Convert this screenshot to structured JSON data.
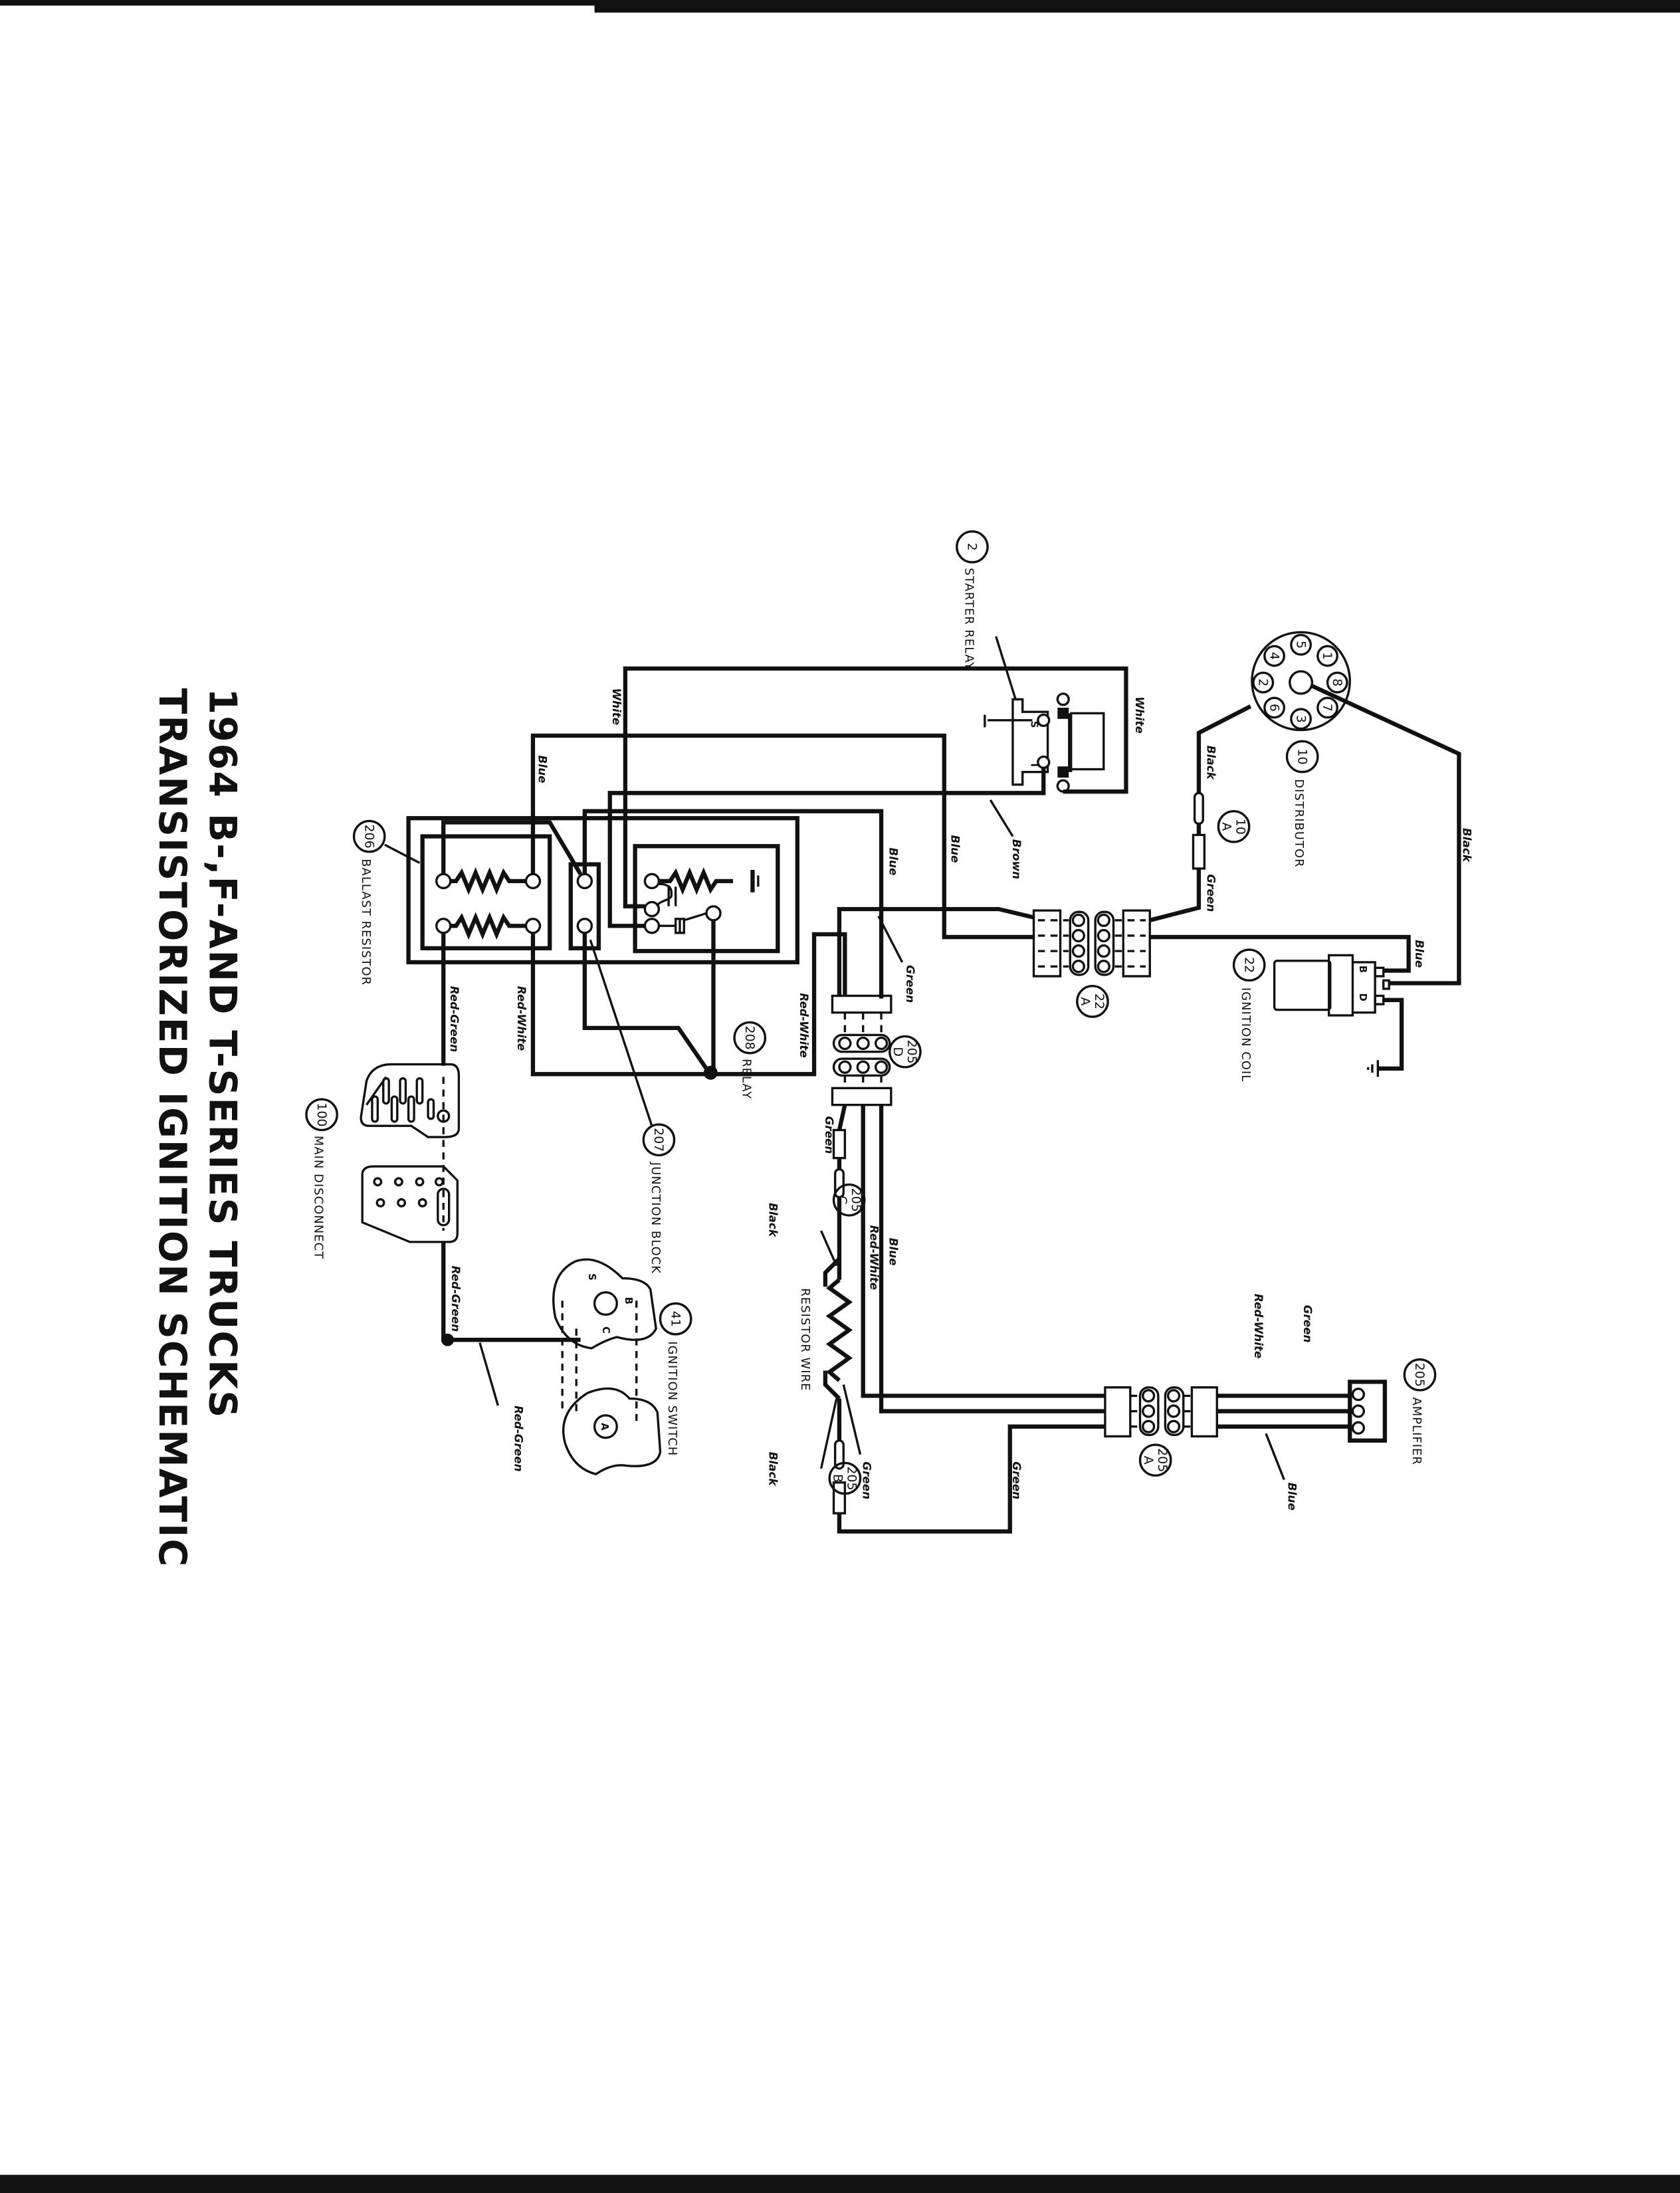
{
  "title": {
    "line1": "1964 B-,F-AND T-SERIES TRUCKS",
    "line2": "TRANSISTORIZED IGNITION SCHEMATIC"
  },
  "components": {
    "starter_relay": {
      "number": "2",
      "name": "STARTER RELAY",
      "pins": [
        "S",
        "I"
      ]
    },
    "distributor": {
      "number": "10",
      "name": "DISTRIBUTOR",
      "cylinders": [
        "5",
        "1",
        "8",
        "7",
        "3",
        "6",
        "2",
        "4"
      ]
    },
    "connector_10a": {
      "number": "10",
      "sub": "A"
    },
    "ignition_coil": {
      "number": "22",
      "name": "IGNITION COIL",
      "pins": [
        "B",
        "D"
      ]
    },
    "connector_22a": {
      "number": "22",
      "sub": "A"
    },
    "ballast_resistor": {
      "number": "206",
      "name": "BALLAST RESISTOR"
    },
    "relay": {
      "number": "208",
      "name": "RELAY"
    },
    "junction_block": {
      "number": "207",
      "name": "JUNCTION BLOCK"
    },
    "main_disconnect": {
      "number": "100",
      "name": "MAIN DISCONNECT"
    },
    "ignition_switch": {
      "number": "41",
      "name": "IGNITION SWITCH",
      "pins": [
        "S",
        "B",
        "C",
        "A"
      ]
    },
    "connector_205d": {
      "number": "205",
      "sub": "D"
    },
    "connector_205c": {
      "number": "205",
      "sub": "C"
    },
    "connector_205b": {
      "number": "205",
      "sub": "B"
    },
    "connector_205a": {
      "number": "205",
      "sub": "A"
    },
    "resistor_wire": {
      "name": "RESISTOR WIRE"
    },
    "amplifier": {
      "number": "205",
      "name": "AMPLIFIER"
    }
  },
  "wire_labels": {
    "white_top": "White",
    "white_left": "White",
    "brown": "Brown",
    "blue_relay": "Blue",
    "blue_left": "Blue",
    "blue_mid": "Blue",
    "blue_coil": "Blue",
    "black_dist": "Black",
    "black_coil": "Black",
    "green_dist": "Green",
    "green_205d": "Green",
    "red_white_ballast": "Red-White",
    "red_white_relay": "Red-White",
    "red_green_ballast": "Red-Green",
    "red_green_disconnect": "Red-Green",
    "red_green_switch": "Red-Green",
    "green_205c": "Green",
    "red_white_205": "Red-White",
    "blue_205": "Blue",
    "black_rw_top": "Black",
    "black_rw_bottom": "Black",
    "green_rw": "Green",
    "green_205a": "Green",
    "green_amp": "Green",
    "red_white_amp": "Red-White",
    "blue_amp": "Blue"
  }
}
